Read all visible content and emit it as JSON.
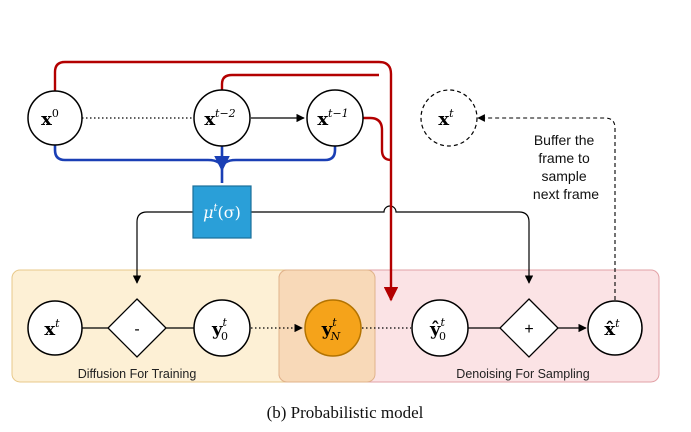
{
  "caption": "(b) Probabilistic model",
  "regions": {
    "training": "Diffusion For Training",
    "sampling": "Denoising For Sampling"
  },
  "nodes": {
    "x0": {
      "base": "x",
      "sup": "0"
    },
    "xt2": {
      "base": "x",
      "sup": "t−2"
    },
    "xt1": {
      "base": "x",
      "sup": "t−1"
    },
    "xt_next": {
      "base": "x",
      "sup": "t"
    },
    "mu": {
      "base": "μ",
      "sup": "t",
      "arg": "(σ)"
    },
    "xt_train": {
      "base": "x",
      "sup": "t"
    },
    "minus_op": "-",
    "y0": {
      "base": "y",
      "sup": "t",
      "sub": "0"
    },
    "yN": {
      "base": "y",
      "sup": "t",
      "sub": "N"
    },
    "y0hat": {
      "base": "ŷ",
      "sup": "t",
      "sub": "0"
    },
    "plus_op": "+",
    "xhat": {
      "base": "x̂",
      "sup": "t"
    }
  },
  "buffer_note": [
    "Buffer the",
    "frame to",
    "sample",
    "next frame"
  ],
  "colors": {
    "red_arrow": "#b30000",
    "blue_arrow": "#1a3fb5",
    "mu_box": "#2a9fd8",
    "yN_fill": "#f5a31a",
    "training_bg": "#fdf0d5",
    "sampling_bg": "#fbe3e5"
  }
}
